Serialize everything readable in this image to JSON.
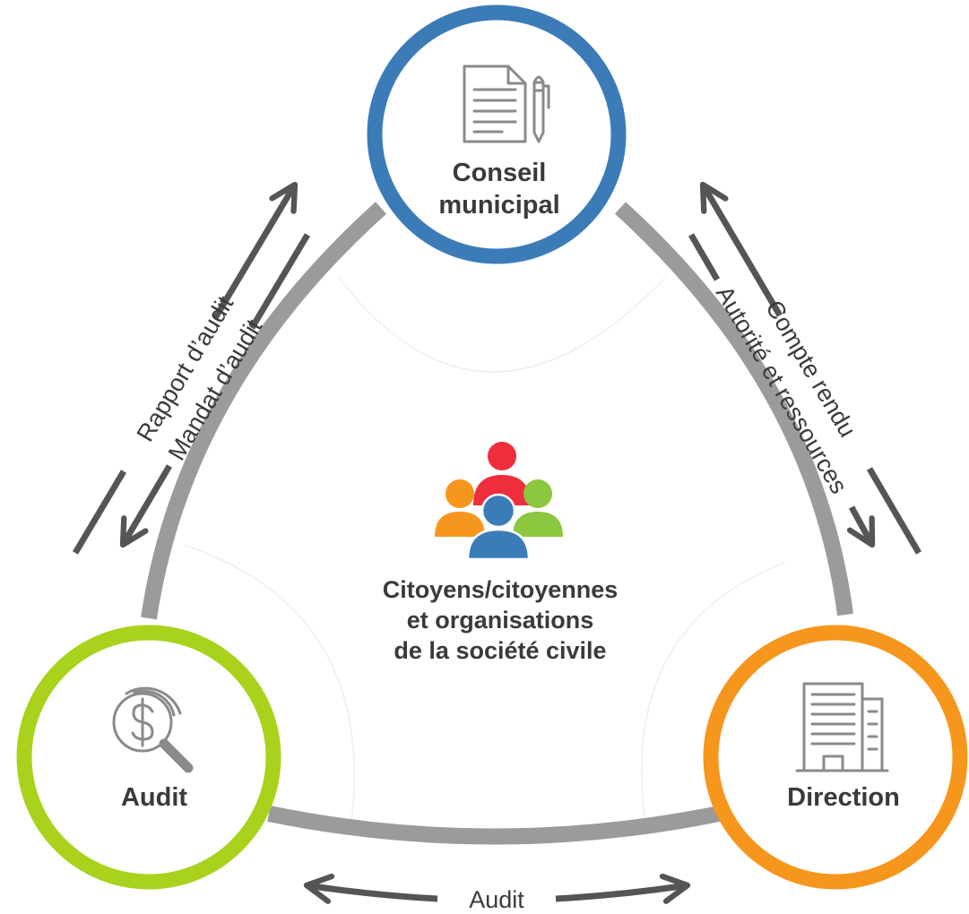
{
  "nodes": {
    "top": {
      "line1": "Conseil",
      "line2": "municipal",
      "color": "#3b7cb8"
    },
    "left": {
      "label": "Audit",
      "color": "#a8d21c"
    },
    "right": {
      "label": "Direction",
      "color": "#f7961d"
    }
  },
  "center": {
    "line1": "Citoyens/citoyennes",
    "line2": "et organisations",
    "line3": "de la société civile",
    "people_colors": [
      "#ee2e3d",
      "#f7961d",
      "#8dc63f",
      "#3b7cb8"
    ]
  },
  "arrows": {
    "left_outer": "Rapport d’audit",
    "left_inner": "Mandat d’audit",
    "right_outer": "Compte rendu",
    "right_inner": "Autorité et ressources",
    "bottom": "Audit"
  },
  "colors": {
    "triangle_stroke": "#9b9b9b",
    "arrow": "#555555",
    "icon": "#8a8a8a",
    "text": "#3a3a3a"
  }
}
